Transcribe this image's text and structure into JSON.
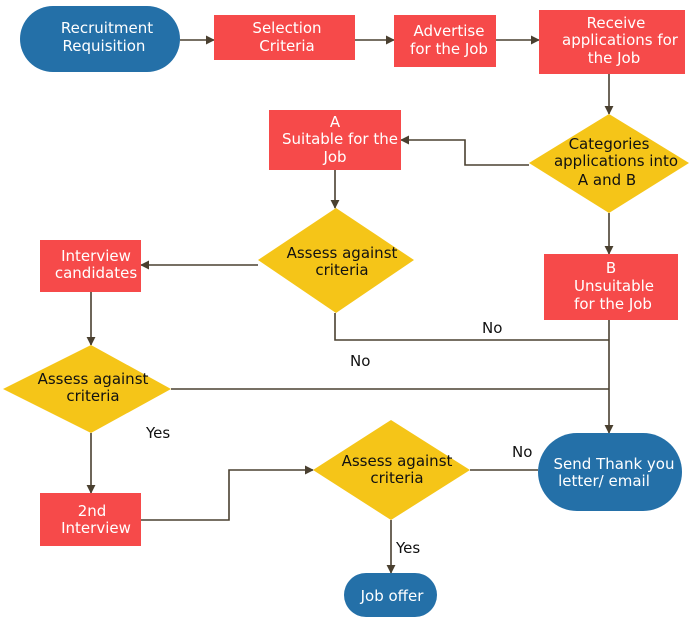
{
  "colors": {
    "terminal": "#2470a8",
    "process": "#f64a4a",
    "decision": "#f5c518",
    "line": "#4a4030"
  },
  "nodes": {
    "recruitment_requisition": [
      "Recruitment",
      "Requisition"
    ],
    "selection_criteria": [
      "Selection",
      "Criteria"
    ],
    "advertise": [
      "Advertise",
      "for the Job"
    ],
    "receive_applications": [
      "Receive",
      "applications for",
      "the Job"
    ],
    "categorise": [
      "Categories",
      "applications into",
      "A and B"
    ],
    "suitable_a": [
      "A",
      "Suitable for the",
      "Job"
    ],
    "unsuitable_b": [
      "B",
      "Unsuitable",
      "for the Job"
    ],
    "assess_1": [
      "Assess against",
      "criteria"
    ],
    "interview": [
      "Interview",
      "candidates"
    ],
    "assess_2": [
      "Assess against",
      "criteria"
    ],
    "second_interview": [
      "2nd",
      "Interview"
    ],
    "assess_3": [
      "Assess against",
      "criteria"
    ],
    "thank_you": [
      "Send Thank you",
      "letter/ email"
    ],
    "job_offer": [
      "Job offer"
    ]
  },
  "edge_labels": {
    "no_upper": "No",
    "no_lower": "No",
    "yes_assess2": "Yes",
    "no_assess3": "No",
    "yes_assess3": "Yes"
  }
}
